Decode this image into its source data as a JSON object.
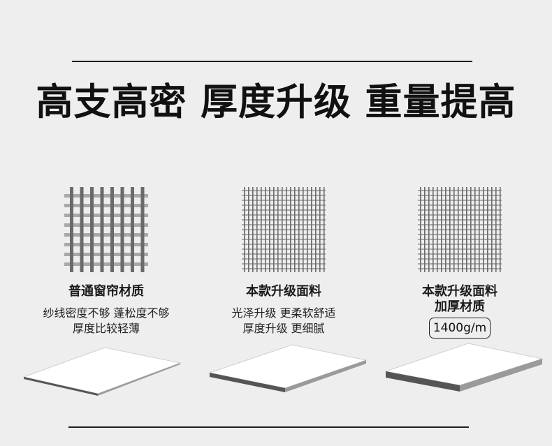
{
  "headline": "高支高密 厚度升级 重量提高",
  "columns": [
    {
      "title": "普通窗帘材质",
      "desc_lines": [
        "纱线密度不够 蓬松度不够",
        "厚度比较轻薄"
      ],
      "fabric_icon": "coarse-weave-icon"
    },
    {
      "title": "本款升级面料",
      "desc_lines": [
        "光泽升级 更柔软舒适",
        "厚度升级 更细腻"
      ],
      "fabric_icon": "fine-weave-icon"
    },
    {
      "title": "本款升级面料",
      "title_line2": "加厚材质",
      "badge": "1400g/m",
      "fabric_icon": "fine-weave-icon"
    }
  ],
  "colors": {
    "background": "#eeeeee",
    "text": "#1a1a1a",
    "weave_dark": "#6a6a6a",
    "weave_light": "#a8a8a8"
  }
}
